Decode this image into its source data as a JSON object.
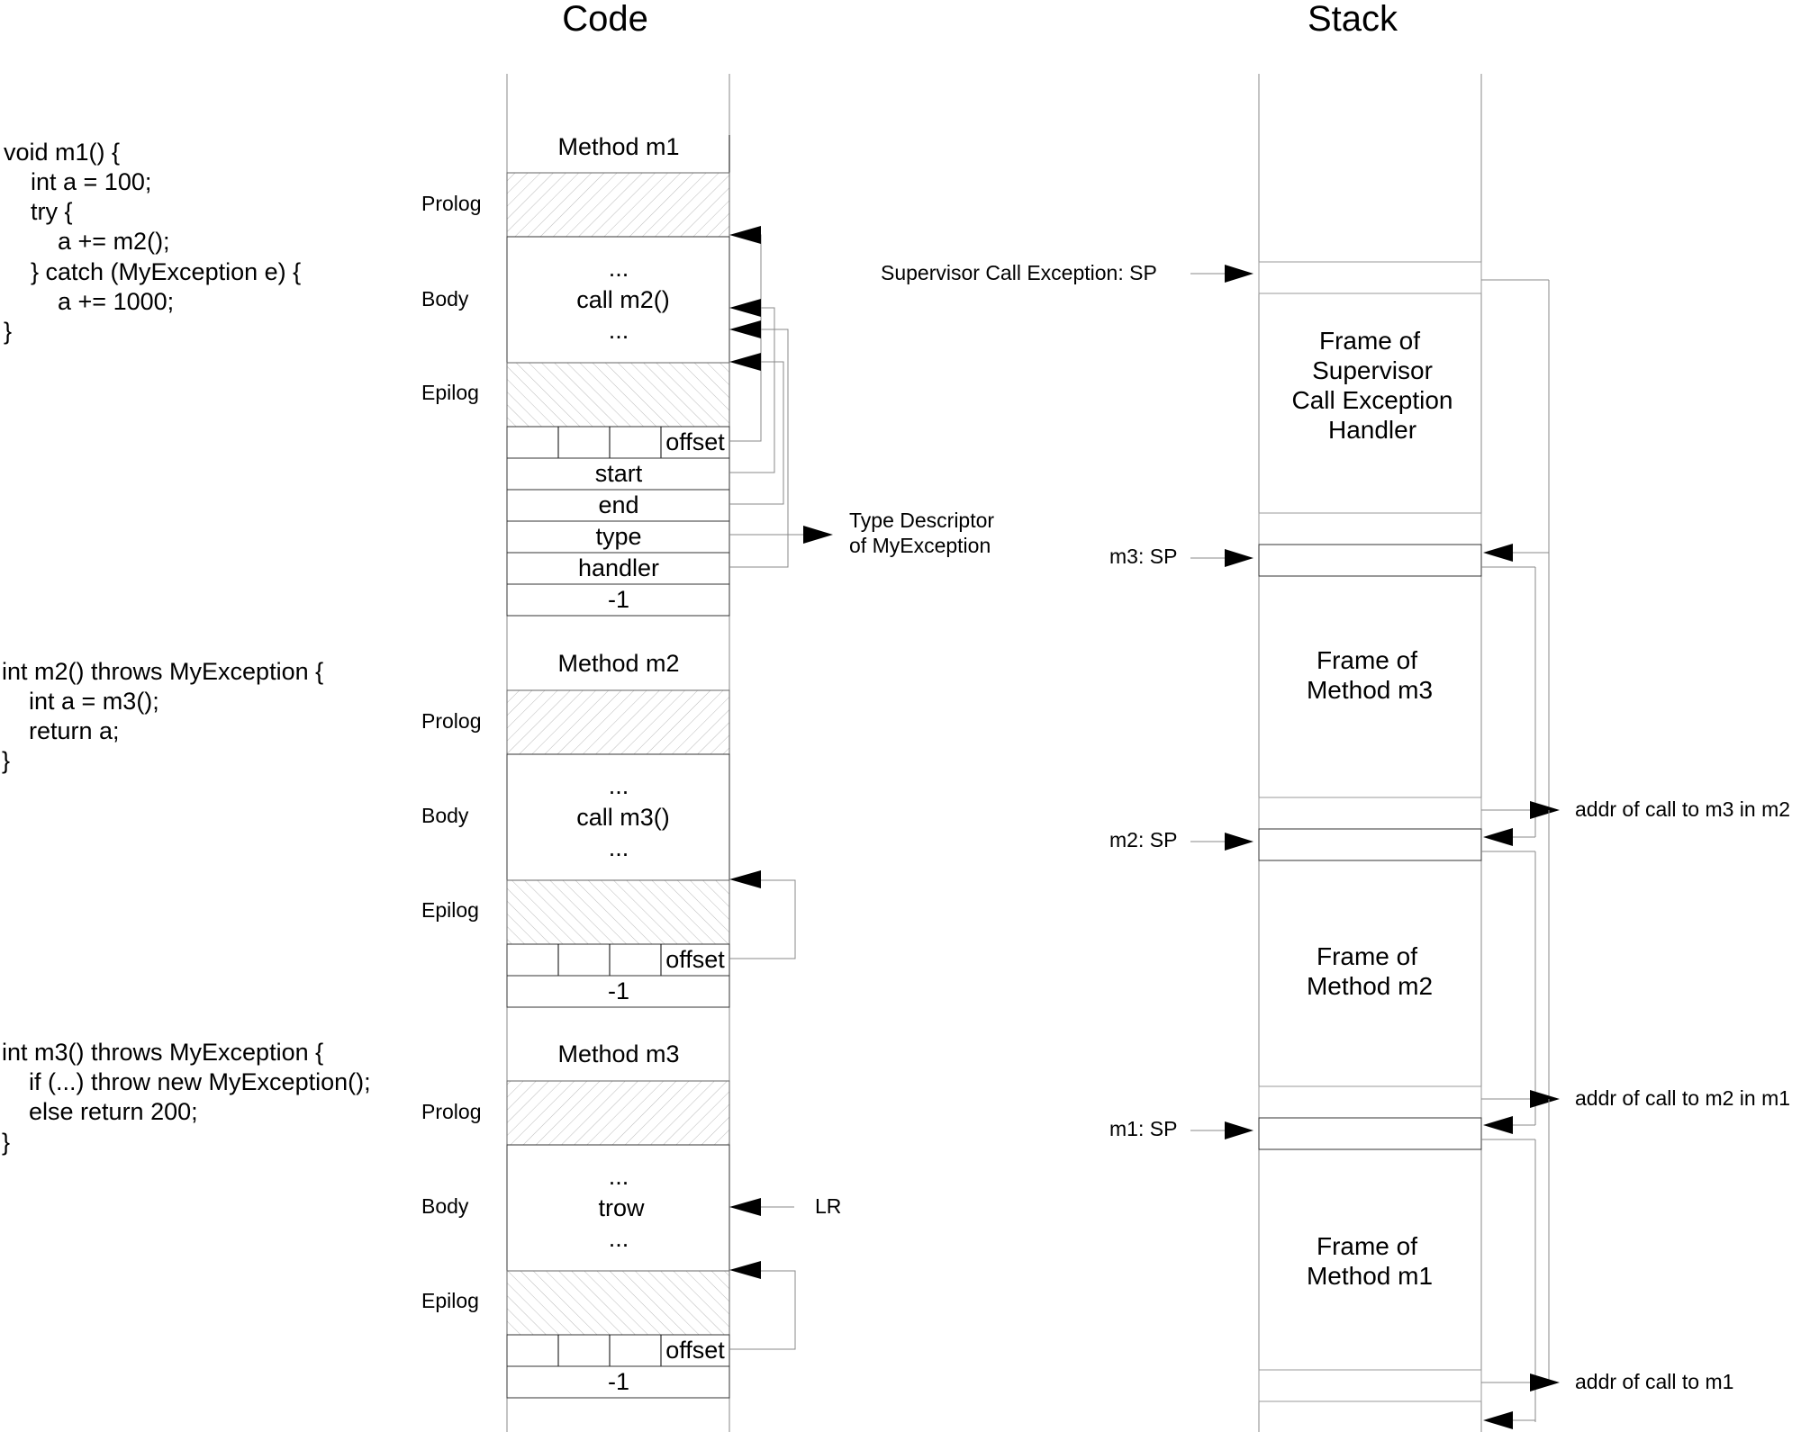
{
  "titles": {
    "code": "Code",
    "stack": "Stack"
  },
  "sources": {
    "m1": [
      "void m1() {",
      "    int a = 100;",
      "    try {",
      "        a += m2();",
      "    } catch (MyException e) {",
      "        a += 1000;",
      "}"
    ],
    "m2": [
      "int m2() throws MyException {",
      "    int a = m3();",
      "    return a;",
      "}"
    ],
    "m3": [
      "int m3() throws MyException {",
      "    if (...) throw new MyException();",
      "    else return 200;",
      "}"
    ]
  },
  "sections": {
    "prolog": "Prolog",
    "body": "Body",
    "epilog": "Epilog"
  },
  "methods": {
    "m1": {
      "header": "Method m1",
      "body_lines": [
        "...",
        "call m2()",
        "..."
      ]
    },
    "m2": {
      "header": "Method m2",
      "body_lines": [
        "...",
        "call m3()",
        "..."
      ]
    },
    "m3": {
      "header": "Method m3",
      "body_lines": [
        "...",
        "trow",
        "..."
      ]
    }
  },
  "table": {
    "offset": "offset",
    "start": "start",
    "end": "end",
    "type": "type",
    "handler": "handler",
    "terminator": "-1"
  },
  "annotations": {
    "type_descriptor": [
      "Type Descriptor",
      "of MyException"
    ],
    "lr": "LR",
    "svc_sp": "Supervisor Call Exception: SP",
    "m3_sp": "m3: SP",
    "m2_sp": "m2: SP",
    "m1_sp": "m1: SP",
    "addr_m3_in_m2": "addr of call to m3 in m2",
    "addr_m2_in_m1": "addr of call to m2 in m1",
    "addr_m1": "addr of call to m1"
  },
  "frames": {
    "svc": [
      "Frame of",
      "Supervisor",
      "Call Exception",
      "Handler"
    ],
    "m3": [
      "Frame of",
      "Method m3"
    ],
    "m2": [
      "Frame of",
      "Method m2"
    ],
    "m1": [
      "Frame of",
      "Method m1"
    ]
  }
}
